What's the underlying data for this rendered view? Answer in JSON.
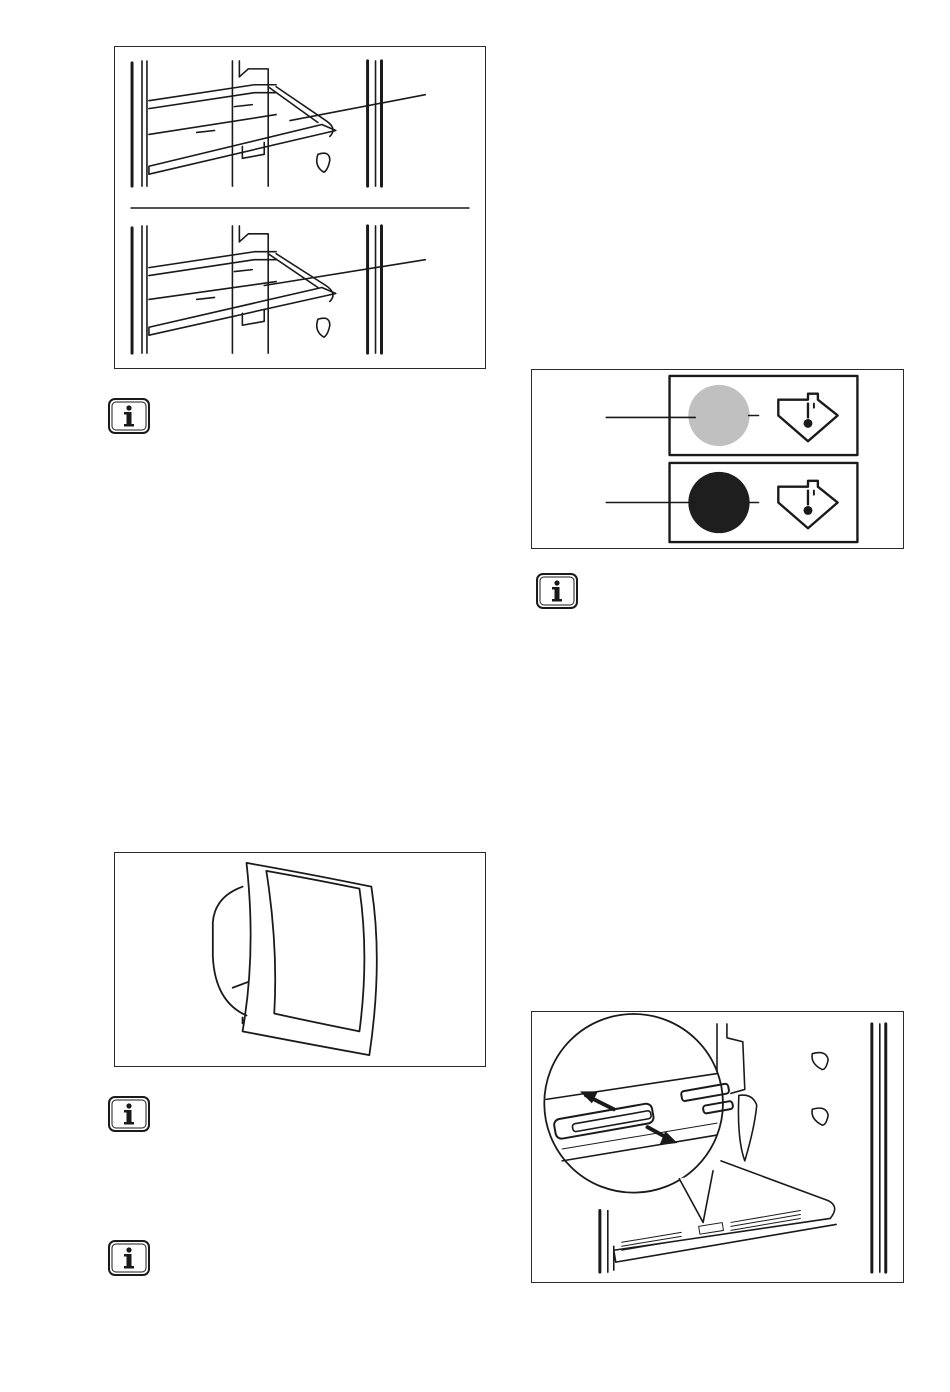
{
  "figures": [
    {
      "id": "shelf-positions",
      "icon": "shelf-icon"
    },
    {
      "id": "indicator-panel",
      "icon": "temperature-indicator-icon",
      "indicator_states": [
        "light-grey",
        "black"
      ],
      "colors": {
        "indicator_ok": "#c0c0c0",
        "indicator_cold": "#1e1e1e"
      }
    },
    {
      "id": "door-bin",
      "icon": "door-bin-icon"
    },
    {
      "id": "shelf-vent-slider",
      "icon": "vent-slider-icon"
    }
  ],
  "notes": [
    {
      "icon": "info-icon"
    },
    {
      "icon": "info-icon"
    },
    {
      "icon": "info-icon"
    },
    {
      "icon": "info-icon"
    }
  ]
}
